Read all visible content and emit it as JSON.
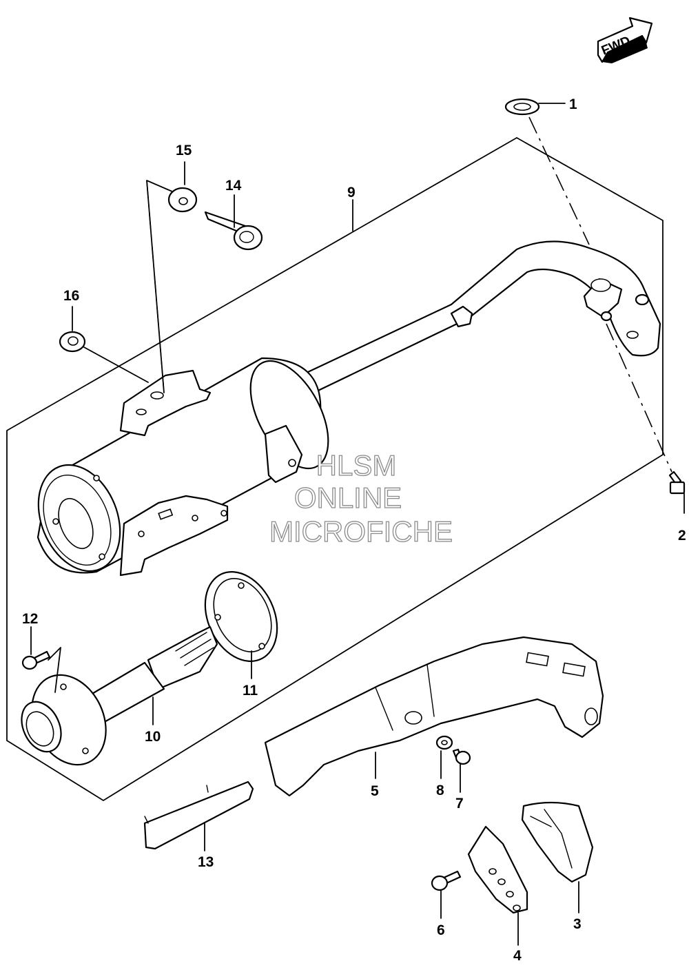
{
  "direction_badge": {
    "text": "FWD"
  },
  "watermark": {
    "line1": "HLSM",
    "line2": "ONLINE",
    "line3": "MICROFICHE"
  },
  "callouts": [
    {
      "id": "1",
      "label": "1"
    },
    {
      "id": "2",
      "label": "2"
    },
    {
      "id": "3",
      "label": "3"
    },
    {
      "id": "4",
      "label": "4"
    },
    {
      "id": "5",
      "label": "5"
    },
    {
      "id": "6",
      "label": "6"
    },
    {
      "id": "7",
      "label": "7"
    },
    {
      "id": "8",
      "label": "8"
    },
    {
      "id": "9",
      "label": "9"
    },
    {
      "id": "10",
      "label": "10"
    },
    {
      "id": "11",
      "label": "11"
    },
    {
      "id": "12",
      "label": "12"
    },
    {
      "id": "13",
      "label": "13"
    },
    {
      "id": "14",
      "label": "14"
    },
    {
      "id": "15",
      "label": "15"
    },
    {
      "id": "16",
      "label": "16"
    }
  ]
}
